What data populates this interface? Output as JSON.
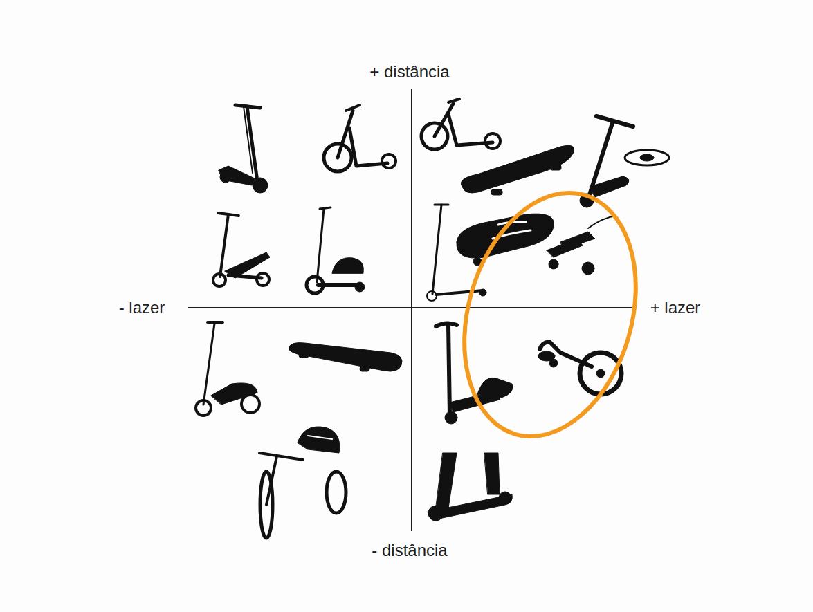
{
  "diagram": {
    "labels": [
      "+ distância",
      "- lazer",
      "+ lazer",
      "- distância"
    ]
  }
}
